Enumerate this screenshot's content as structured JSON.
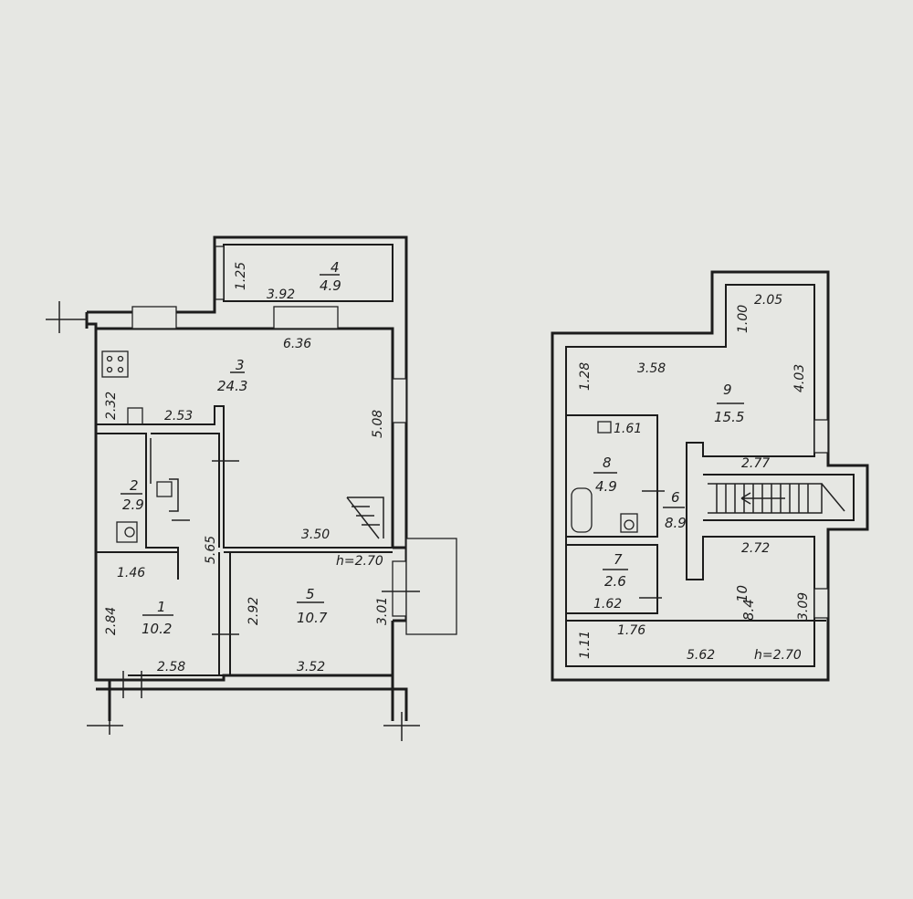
{
  "floor1": {
    "rooms": [
      {
        "number": "1",
        "area": "10.2"
      },
      {
        "number": "2",
        "area": "2.9"
      },
      {
        "number": "3",
        "area": "24.3"
      },
      {
        "number": "4",
        "area": "4.9"
      },
      {
        "number": "5",
        "area": "10.7"
      }
    ],
    "dimensions": [
      "1.25",
      "3.92",
      "6.36",
      "2.32",
      "2.53",
      "5.08",
      "3.50",
      "5.65",
      "1.46",
      "2.84",
      "2.58",
      "2.92",
      "3.52",
      "3.01"
    ],
    "height_label": "h=2.70"
  },
  "floor2": {
    "rooms": [
      {
        "number": "6",
        "area": "8.9"
      },
      {
        "number": "7",
        "area": "2.6"
      },
      {
        "number": "8",
        "area": "4.9"
      },
      {
        "number": "9",
        "area": "15.5"
      },
      {
        "number": "10",
        "area": "8.4"
      }
    ],
    "dimensions": [
      "1.00",
      "2.05",
      "3.58",
      "1.28",
      "4.03",
      "1.61",
      "2.77",
      "2.72",
      "1.62",
      "3.09",
      "1.11",
      "1.76",
      "5.62"
    ],
    "height_label": "h=2.70"
  },
  "colors": {
    "paper": "#e6e7e3",
    "ink": "#1c1c1c"
  }
}
